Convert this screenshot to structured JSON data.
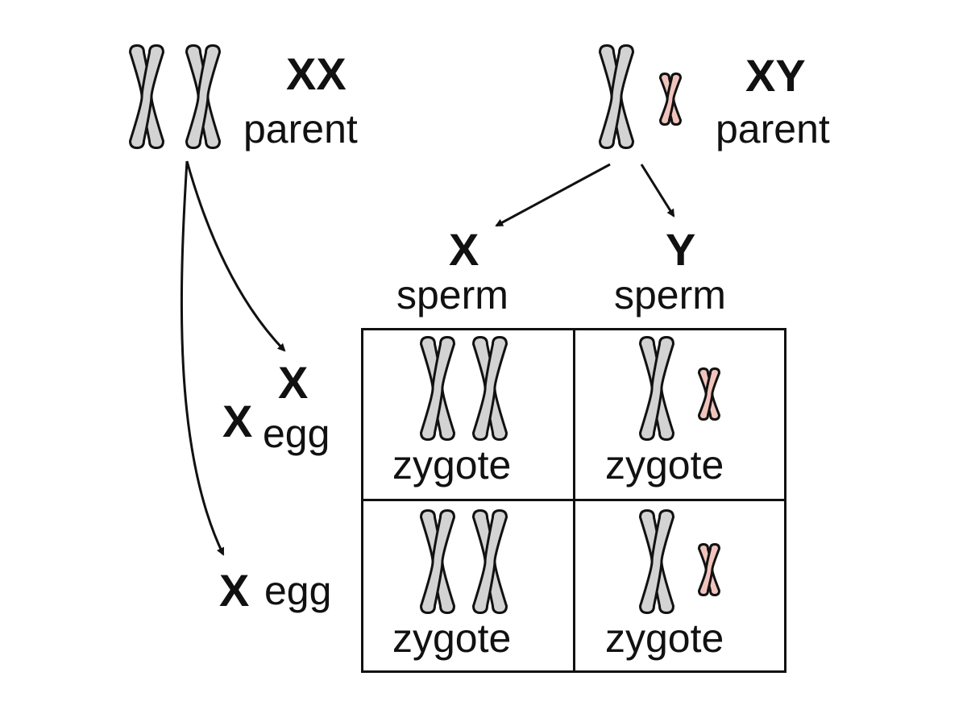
{
  "parents": {
    "xx": {
      "genotype": "XX",
      "label": "parent"
    },
    "xy": {
      "genotype": "XY",
      "label": "parent"
    }
  },
  "gametes": {
    "sperm_x": {
      "chromosome": "X",
      "label": "sperm"
    },
    "sperm_y": {
      "chromosome": "Y",
      "label": "sperm"
    },
    "egg_top": {
      "small_x": "X",
      "chromosome": "X",
      "label": "egg"
    },
    "egg_bottom": {
      "chromosome": "X",
      "label": "egg"
    }
  },
  "punnett": {
    "cells": [
      {
        "label": "zygote",
        "content": "XX"
      },
      {
        "label": "zygote",
        "content": "XY"
      },
      {
        "label": "zygote",
        "content": "XX"
      },
      {
        "label": "zygote",
        "content": "XY"
      }
    ]
  },
  "colors": {
    "x_chromosome_fill": "#d3d3d3",
    "y_chromosome_fill": "#f0c4bc",
    "outline": "#111111"
  }
}
